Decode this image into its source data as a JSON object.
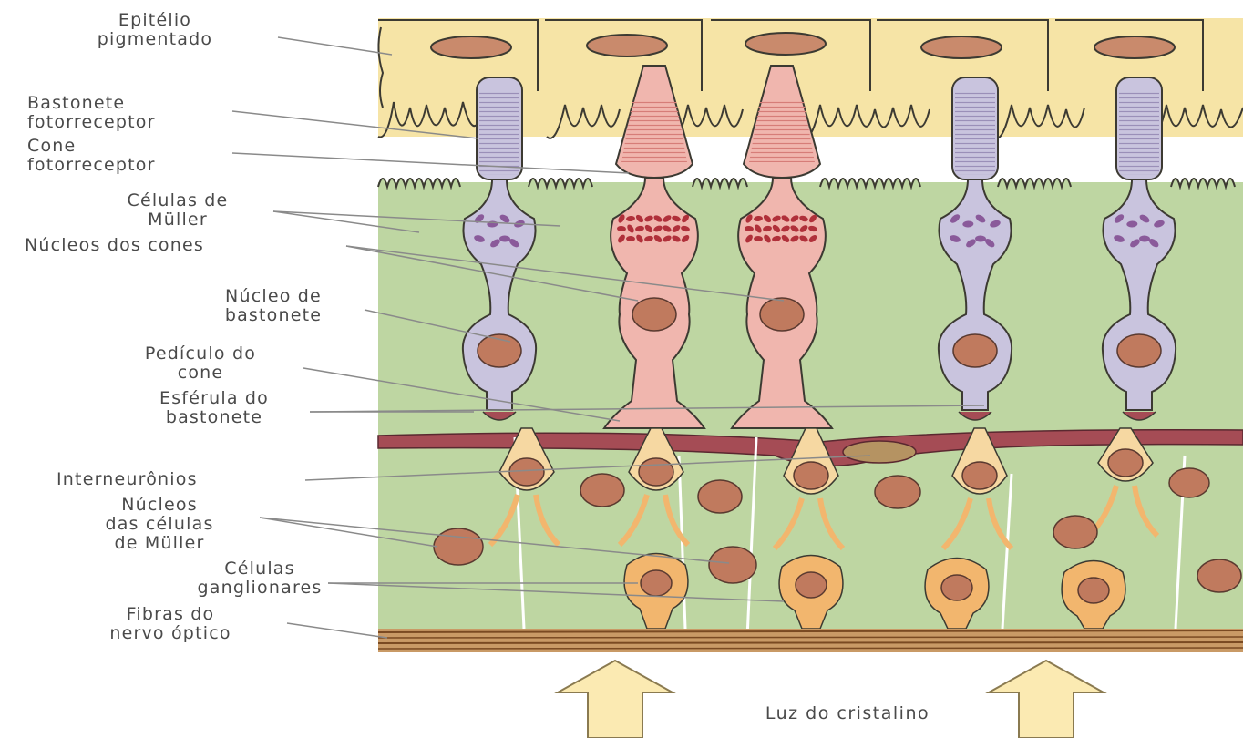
{
  "labels": {
    "epitelio": [
      "Epitélio",
      "pigmentado"
    ],
    "bastonete": [
      "Bastonete",
      "fotorreceptor"
    ],
    "cone": [
      "Cone",
      "fotorreceptor"
    ],
    "muller": [
      "Células de",
      "Müller"
    ],
    "nucleos_cones": "Núcleos dos cones",
    "nucleo_bastonete": [
      "Núcleo de",
      "bastonete"
    ],
    "pediculo": [
      "Pedículo do",
      "cone"
    ],
    "esferula": [
      "Esférula do",
      "bastonete"
    ],
    "interneuronios": "Interneurônios",
    "nucleos_muller": [
      "Núcleos",
      "das células",
      "de Müller"
    ],
    "ganglionares": [
      "Células",
      "ganglionares"
    ],
    "fibras": [
      "Fibras do",
      "nervo óptico"
    ]
  },
  "light": {
    "label": "Luz do cristalino"
  },
  "colors": {
    "epithelium": "#f6e4a6",
    "epithelium_nucleus": "#c98a6c",
    "retina": "#bed6a2",
    "rod": "#c9c4de",
    "cone": "#f0b6ae",
    "interneuron": "#f6d8a2",
    "ganglion": "#f2b66e",
    "plexiform_band": "#a54c55",
    "nucleus": "#c07a5e",
    "nerve_fibers": "#b07a46",
    "arrow": "#fbeab2"
  }
}
